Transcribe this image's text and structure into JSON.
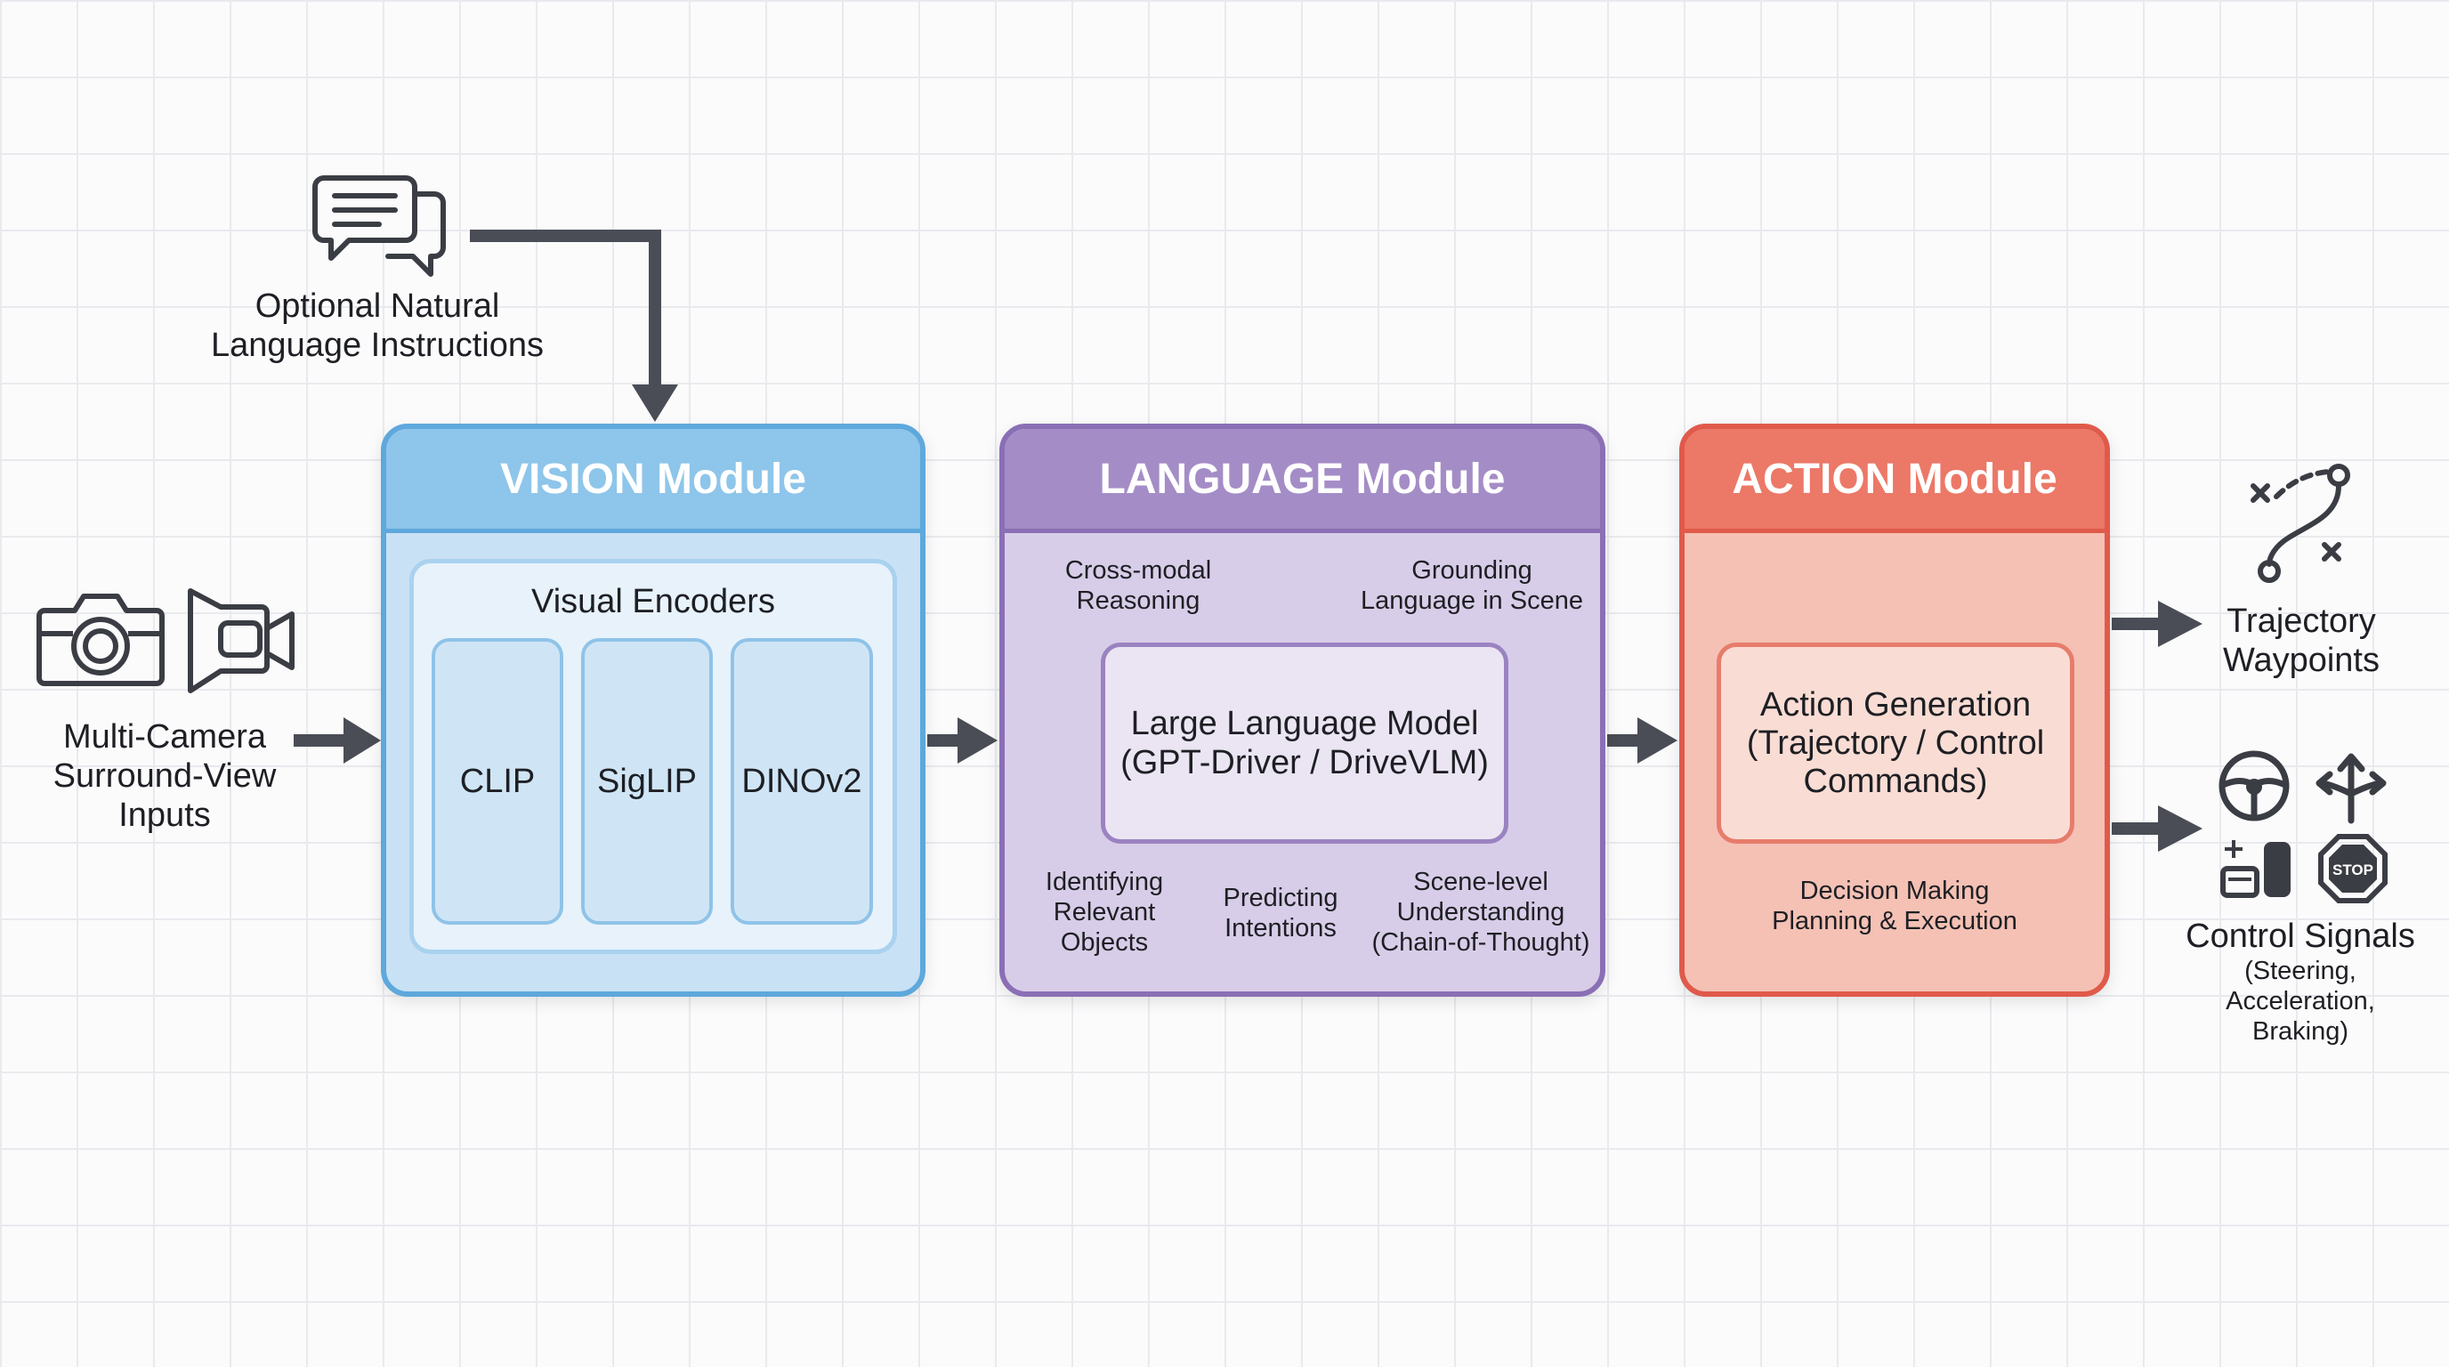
{
  "instructions": {
    "label_line1": "Optional Natural",
    "label_line2": "Language Instructions",
    "icon": "chat-bubbles-icon"
  },
  "inputs": {
    "label_line1": "Multi-Camera",
    "label_line2": "Surround-View",
    "label_line3": "Inputs",
    "icons": [
      "camera-icon",
      "video-camera-icon"
    ]
  },
  "vision": {
    "title": "VISION Module",
    "encoders_title": "Visual Encoders",
    "encoders": [
      "CLIP",
      "SigLIP",
      "DINOv2"
    ]
  },
  "language": {
    "title": "LANGUAGE Module",
    "top_left_line1": "Cross-modal",
    "top_left_line2": "Reasoning",
    "top_right_line1": "Grounding",
    "top_right_line2": "Language in Scene",
    "llm_line1": "Large Language Model",
    "llm_line2": "(GPT-Driver / DriveVLM)",
    "bottom_left_line1": "Identifying",
    "bottom_left_line2": "Relevant",
    "bottom_left_line3": "Objects",
    "bottom_mid_line1": "Predicting",
    "bottom_mid_line2": "Intentions",
    "bottom_right_line1": "Scene-level",
    "bottom_right_line2": "Understanding",
    "bottom_right_line3": "(Chain-of-Thought)"
  },
  "action": {
    "title": "ACTION Module",
    "gen_line1": "Action Generation",
    "gen_line2": "(Trajectory / Control",
    "gen_line3": "Commands)",
    "caption_line1": "Decision Making",
    "caption_line2": "Planning & Execution"
  },
  "outputs": {
    "trajectory_line1": "Trajectory",
    "trajectory_line2": "Waypoints",
    "control_title": "Control Signals",
    "control_line1": "(Steering,",
    "control_line2": "Acceleration,",
    "control_line3": "Braking)",
    "stop_sign_text": "STOP",
    "icons": [
      "trajectory-icon",
      "steering-wheel-icon",
      "direction-arrows-icon",
      "pedals-icon",
      "stop-sign-icon"
    ]
  },
  "colors": {
    "vision_accent": "#5ea8dc",
    "language_accent": "#8a6fb5",
    "action_accent": "#e05a4b",
    "arrow": "#4a4d55"
  }
}
